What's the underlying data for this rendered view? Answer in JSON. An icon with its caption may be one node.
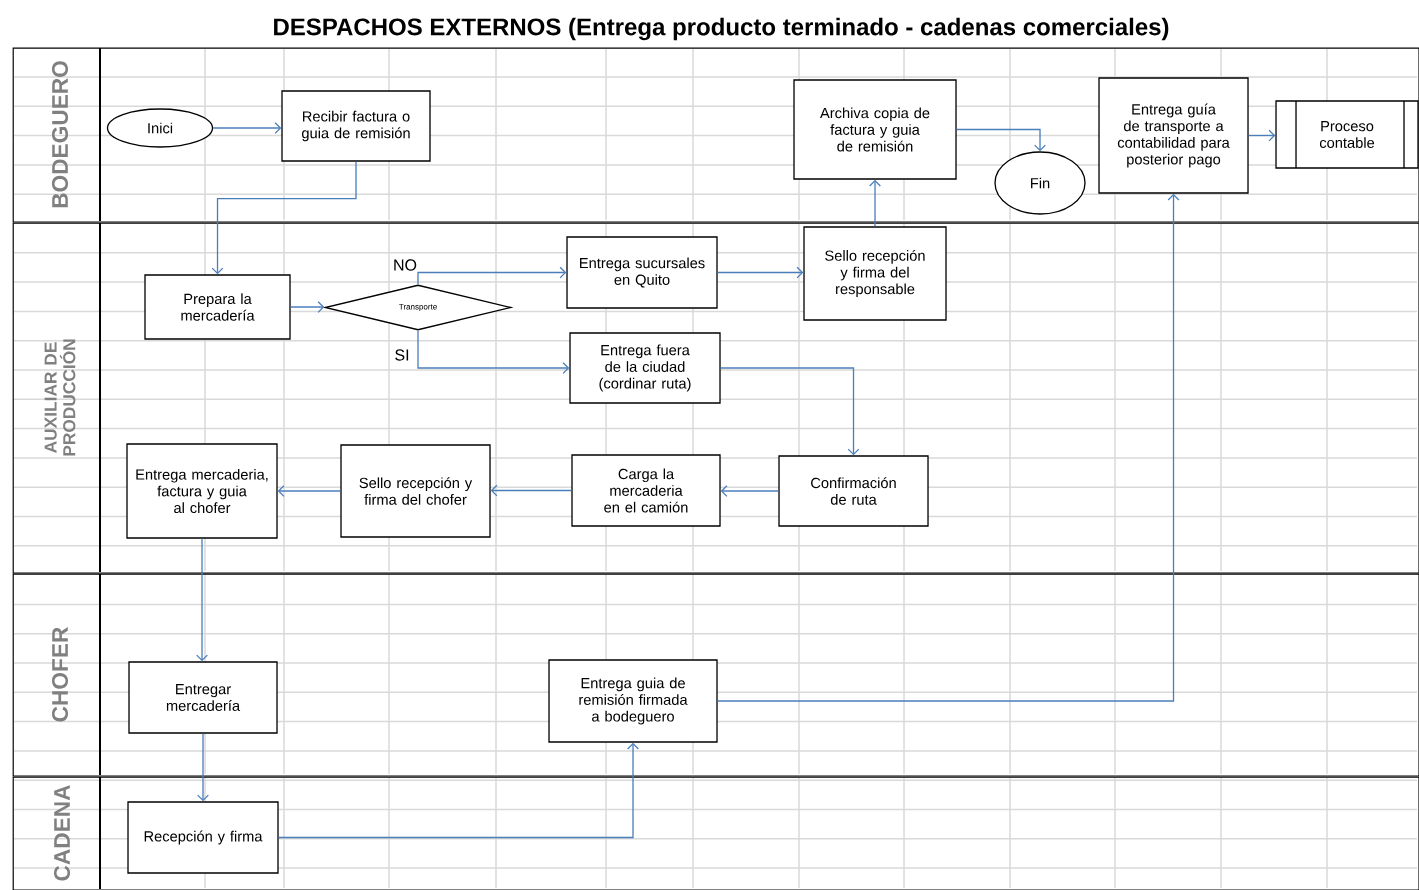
{
  "diagram": {
    "title": "DESPACHOS EXTERNOS (Entrega producto terminado - cadenas comerciales)",
    "nodes": [
      {
        "text": [
          "BODEGUERO"
        ]
      },
      {
        "text": [
          "Inici"
        ],
        "in": 0
      },
      {
        "text": [
          "Recibir factura o guia de remisión"
        ],
        "in": 0
      },
      {
        "text": [
          "Archiva copia de factura y guia de remisión"
        ],
        "in": 0
      },
      {
        "text": [
          "Fin"
        ],
        "in": 0
      },
      {
        "text": [
          "Entrega guía de transporte a contabilidad para posterior pago"
        ],
        "in": 0
      },
      {
        "text": [
          "Proceso contable"
        ],
        "in": 0
      },
      {
        "text": [
          "AUXILIAR DE PRODUCCIÓN"
        ]
      },
      {
        "text": [
          "Prepara la mercadería"
        ],
        "in": 7
      },
      {
        "text": [
          "Transporte"
        ],
        "in": 7
      },
      {
        "text": [
          "Entrega sucursales en Quito"
        ],
        "in": 7
      },
      {
        "text": [
          "Sello recepción y firma del responsable"
        ],
        "in": 7
      },
      {
        "text": [
          "Entrega fuera de la ciudad (cordinar ruta)"
        ],
        "in": 7
      },
      {
        "text": [
          "Entrega mercaderia, factura y guia al chofer"
        ],
        "in": 7
      },
      {
        "text": [
          "Sello recepción y firma del chofer"
        ],
        "in": 7
      },
      {
        "text": [
          "Carga la mercaderia en el camión"
        ],
        "in": 7
      },
      {
        "text": [
          "Confirmación de ruta"
        ],
        "in": 7
      },
      {
        "text": [
          "CHOFER"
        ]
      },
      {
        "text": [
          "Entregar mercadería"
        ],
        "in": 17
      },
      {
        "text": [
          "Entrega guia de remisión firmada a bodeguero"
        ],
        "in": 17
      },
      {
        "text": [
          "CADENA"
        ]
      },
      {
        "text": [
          "Recepción y firma"
        ],
        "in": 20
      }
    ],
    "edges": [
      {
        "from": 1,
        "to": 2,
        "arrow": "to"
      },
      {
        "from": 2,
        "to": 8,
        "arrow": "to"
      },
      {
        "from": 8,
        "to": 9,
        "arrow": "to"
      },
      {
        "from": 9,
        "to": 10,
        "arrow": "to",
        "label": "NO"
      },
      {
        "from": 9,
        "to": 12,
        "arrow": "to",
        "label": "SI"
      },
      {
        "from": 10,
        "to": 11,
        "arrow": "to"
      },
      {
        "from": 11,
        "to": 3,
        "arrow": "to"
      },
      {
        "from": 3,
        "to": 4,
        "arrow": "to"
      },
      {
        "from": 12,
        "to": 16,
        "arrow": "to"
      },
      {
        "from": 16,
        "to": 15,
        "arrow": "to"
      },
      {
        "from": 15,
        "to": 14,
        "arrow": "to"
      },
      {
        "from": 14,
        "to": 13,
        "arrow": "to"
      },
      {
        "from": 13,
        "to": 18,
        "arrow": "to"
      },
      {
        "from": 18,
        "to": 21,
        "arrow": "to"
      },
      {
        "from": 21,
        "to": 19,
        "arrow": "to"
      },
      {
        "from": 19,
        "to": 5,
        "arrow": "to"
      },
      {
        "from": 5,
        "to": 6,
        "arrow": "to"
      }
    ]
  }
}
